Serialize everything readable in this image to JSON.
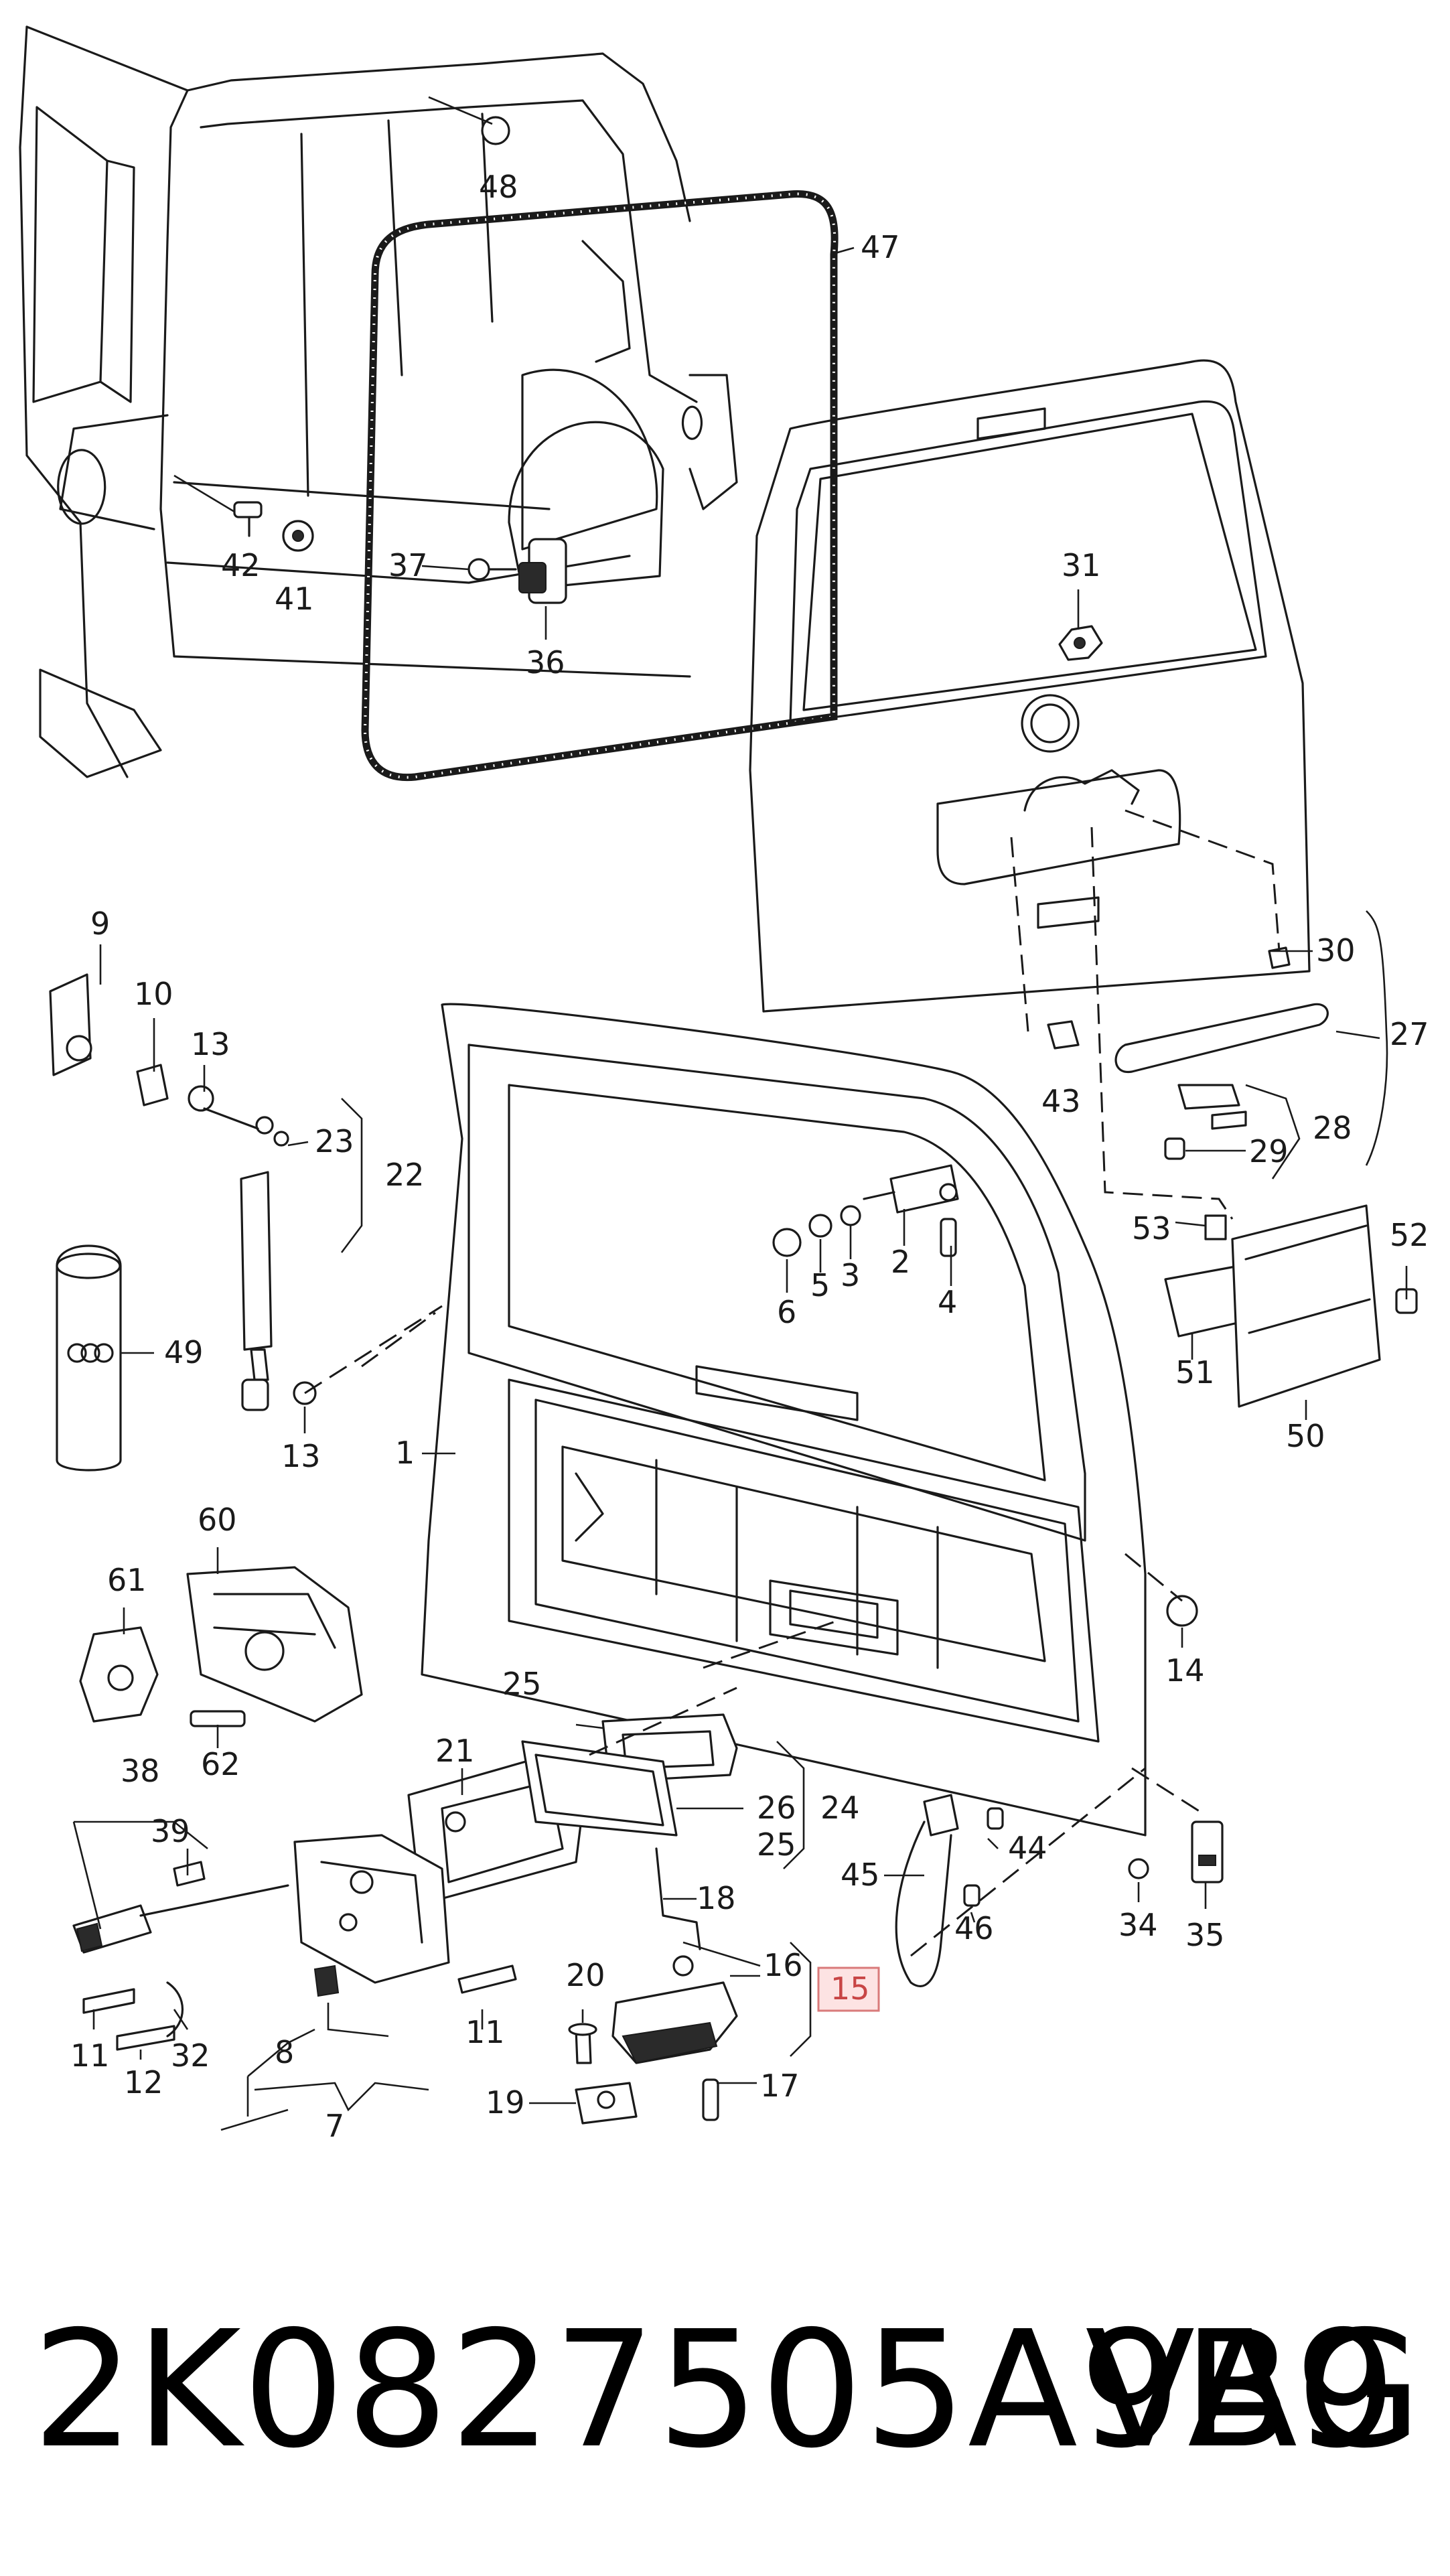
{
  "diagram": {
    "callouts": {
      "c1": "1",
      "c2": "2",
      "c3": "3",
      "c4": "4",
      "c5": "5",
      "c6": "6",
      "c7": "7",
      "c8": "8",
      "c9": "9",
      "c10": "10",
      "c11a": "11",
      "c11b": "11",
      "c12": "12",
      "c13a": "13",
      "c13b": "13",
      "c14": "14",
      "c15": "15",
      "c16": "16",
      "c17": "17",
      "c18": "18",
      "c19": "19",
      "c20": "20",
      "c21": "21",
      "c22": "22",
      "c23": "23",
      "c24": "24",
      "c25a": "25",
      "c25b": "25",
      "c26": "26",
      "c27": "27",
      "c28": "28",
      "c29": "29",
      "c30": "30",
      "c31": "31",
      "c32": "32",
      "c34": "34",
      "c35": "35",
      "c36": "36",
      "c37": "37",
      "c38": "38",
      "c39": "39",
      "c41": "41",
      "c42": "42",
      "c43": "43",
      "c44": "44",
      "c45": "45",
      "c46": "46",
      "c47": "47",
      "c48": "48",
      "c49": "49",
      "c50": "50",
      "c51": "51",
      "c52": "52",
      "c53": "53",
      "c60": "60",
      "c61": "61",
      "c62": "62"
    },
    "highlighted_callout": "15",
    "highlight_color": "#fde3e3"
  },
  "footer": {
    "part_number": "2K0827505A9B9",
    "brand": "VAG"
  }
}
